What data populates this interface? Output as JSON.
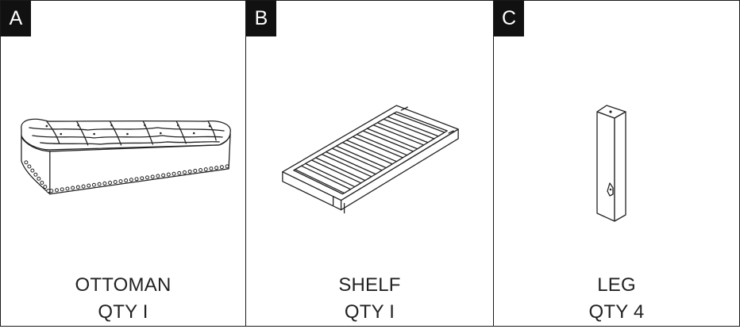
{
  "parts": [
    {
      "letter": "A",
      "name": "OTTOMAN",
      "qty": "QTY I",
      "icon": "ottoman-icon"
    },
    {
      "letter": "B",
      "name": "SHELF",
      "qty": "QTY I",
      "icon": "shelf-icon"
    },
    {
      "letter": "C",
      "name": "LEG",
      "qty": "QTY 4",
      "icon": "leg-icon"
    }
  ],
  "colors": {
    "line": "#222222",
    "badge": "#111111",
    "background": "#ffffff"
  }
}
